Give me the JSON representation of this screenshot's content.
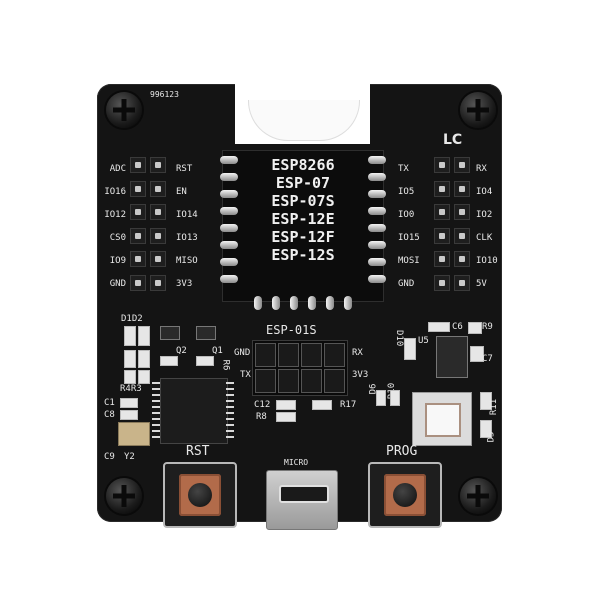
{
  "board": {
    "serial": "996123",
    "brand_mark": "LC",
    "module_names": [
      "ESP8266",
      "ESP-07",
      "ESP-07S",
      "ESP-12E",
      "ESP-12F",
      "ESP-12S"
    ],
    "esp01_label": "ESP-01S",
    "left_header": {
      "outer_labels": [
        "ADC",
        "IO16",
        "IO12",
        "CS0",
        "IO9",
        "GND"
      ],
      "inner_labels": [
        "RST",
        "EN",
        "IO14",
        "IO13",
        "MISO",
        "3V3"
      ]
    },
    "right_header": {
      "inner_labels": [
        "TX",
        "IO5",
        "IO0",
        "IO15",
        "MOSI",
        "GND"
      ],
      "outer_labels": [
        "RX",
        "IO4",
        "IO2",
        "CLK",
        "IO10",
        "5V"
      ]
    },
    "esp01_pin_labels": {
      "left_top": "GND",
      "left_bottom": "TX",
      "right_top": "RX",
      "right_bottom": "3V3"
    },
    "components": {
      "d1d2": "D1D2",
      "q2": "Q2",
      "q1": "Q1",
      "r6": "R6",
      "r4r3": "R4R3",
      "c1": "C1",
      "c8": "C8",
      "c9": "C9",
      "y2": "Y2",
      "c12": "C12",
      "r8": "R8",
      "r17": "R17",
      "c6": "C6",
      "r9": "R9",
      "u5": "U5",
      "c7": "C7",
      "d10": "D10",
      "r10": "R10",
      "d6": "D6",
      "r11": "R11",
      "d5": "D5"
    },
    "buttons": {
      "rst_label": "RST",
      "prog_label": "PROG"
    },
    "usb_label": "MICRO"
  },
  "colors": {
    "pcb": "#141414",
    "silkscreen": "#e8e8e8",
    "button_cap": "#b26b4a"
  }
}
